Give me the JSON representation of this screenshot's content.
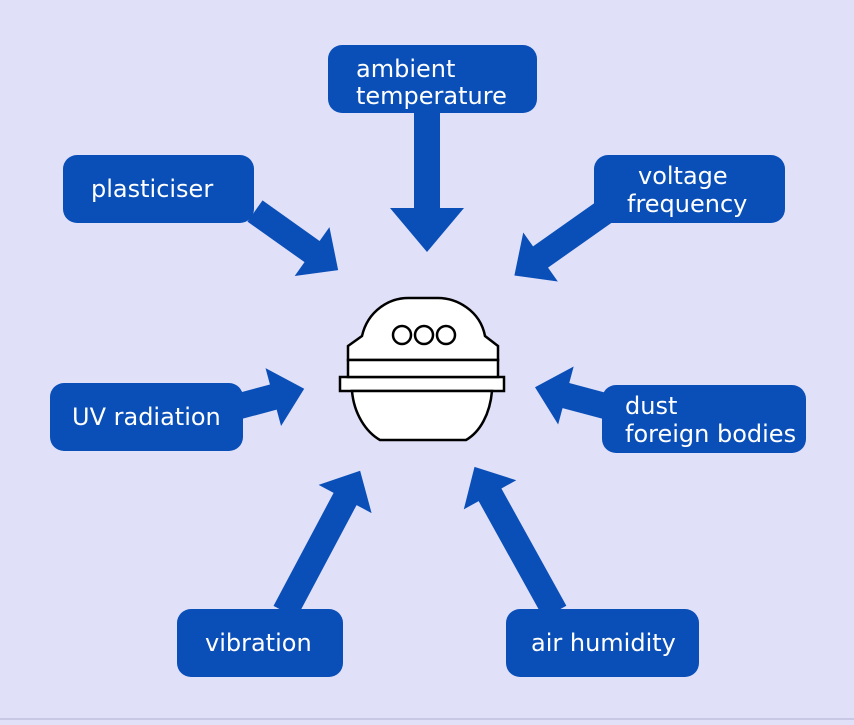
{
  "colors": {
    "background": "#e0e0f8",
    "accent": "#0a4fb8",
    "label_text": "#ffffff",
    "device_fill": "#ffffff",
    "device_stroke": "#000000"
  },
  "center": {
    "icon": "electronic-device-icon"
  },
  "factors": [
    {
      "id": "ambient-temperature",
      "lines": [
        "ambient",
        "temperature"
      ]
    },
    {
      "id": "plasticiser",
      "lines": [
        "plasticiser"
      ]
    },
    {
      "id": "voltage-frequency",
      "lines": [
        "voltage",
        "frequency"
      ]
    },
    {
      "id": "uv-radiation",
      "lines": [
        "UV radiation"
      ]
    },
    {
      "id": "dust-foreign-bodies",
      "lines": [
        "dust",
        "foreign bodies"
      ]
    },
    {
      "id": "vibration",
      "lines": [
        "vibration"
      ]
    },
    {
      "id": "air-humidity",
      "lines": [
        "air humidity"
      ]
    }
  ]
}
